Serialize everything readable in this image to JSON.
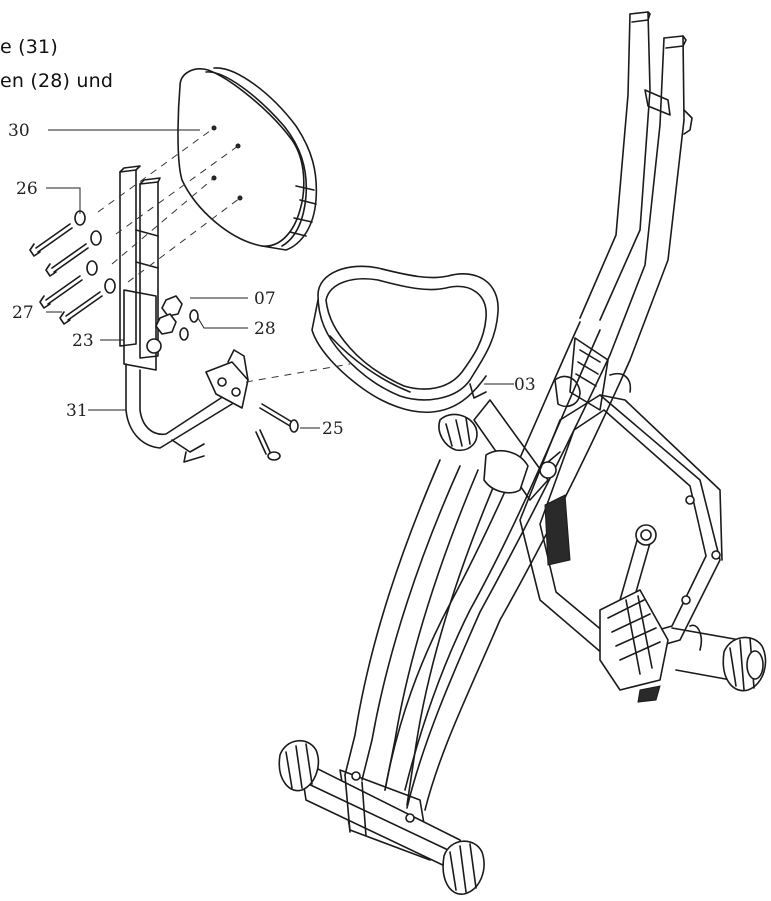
{
  "instructions": {
    "line1": "e (31)",
    "line2": "en (28) und"
  },
  "callouts": {
    "c30": "30",
    "c26": "26",
    "c27": "27",
    "c23": "23",
    "c31": "31",
    "c07": "07",
    "c28": "28",
    "c03": "03",
    "c25": "25"
  }
}
